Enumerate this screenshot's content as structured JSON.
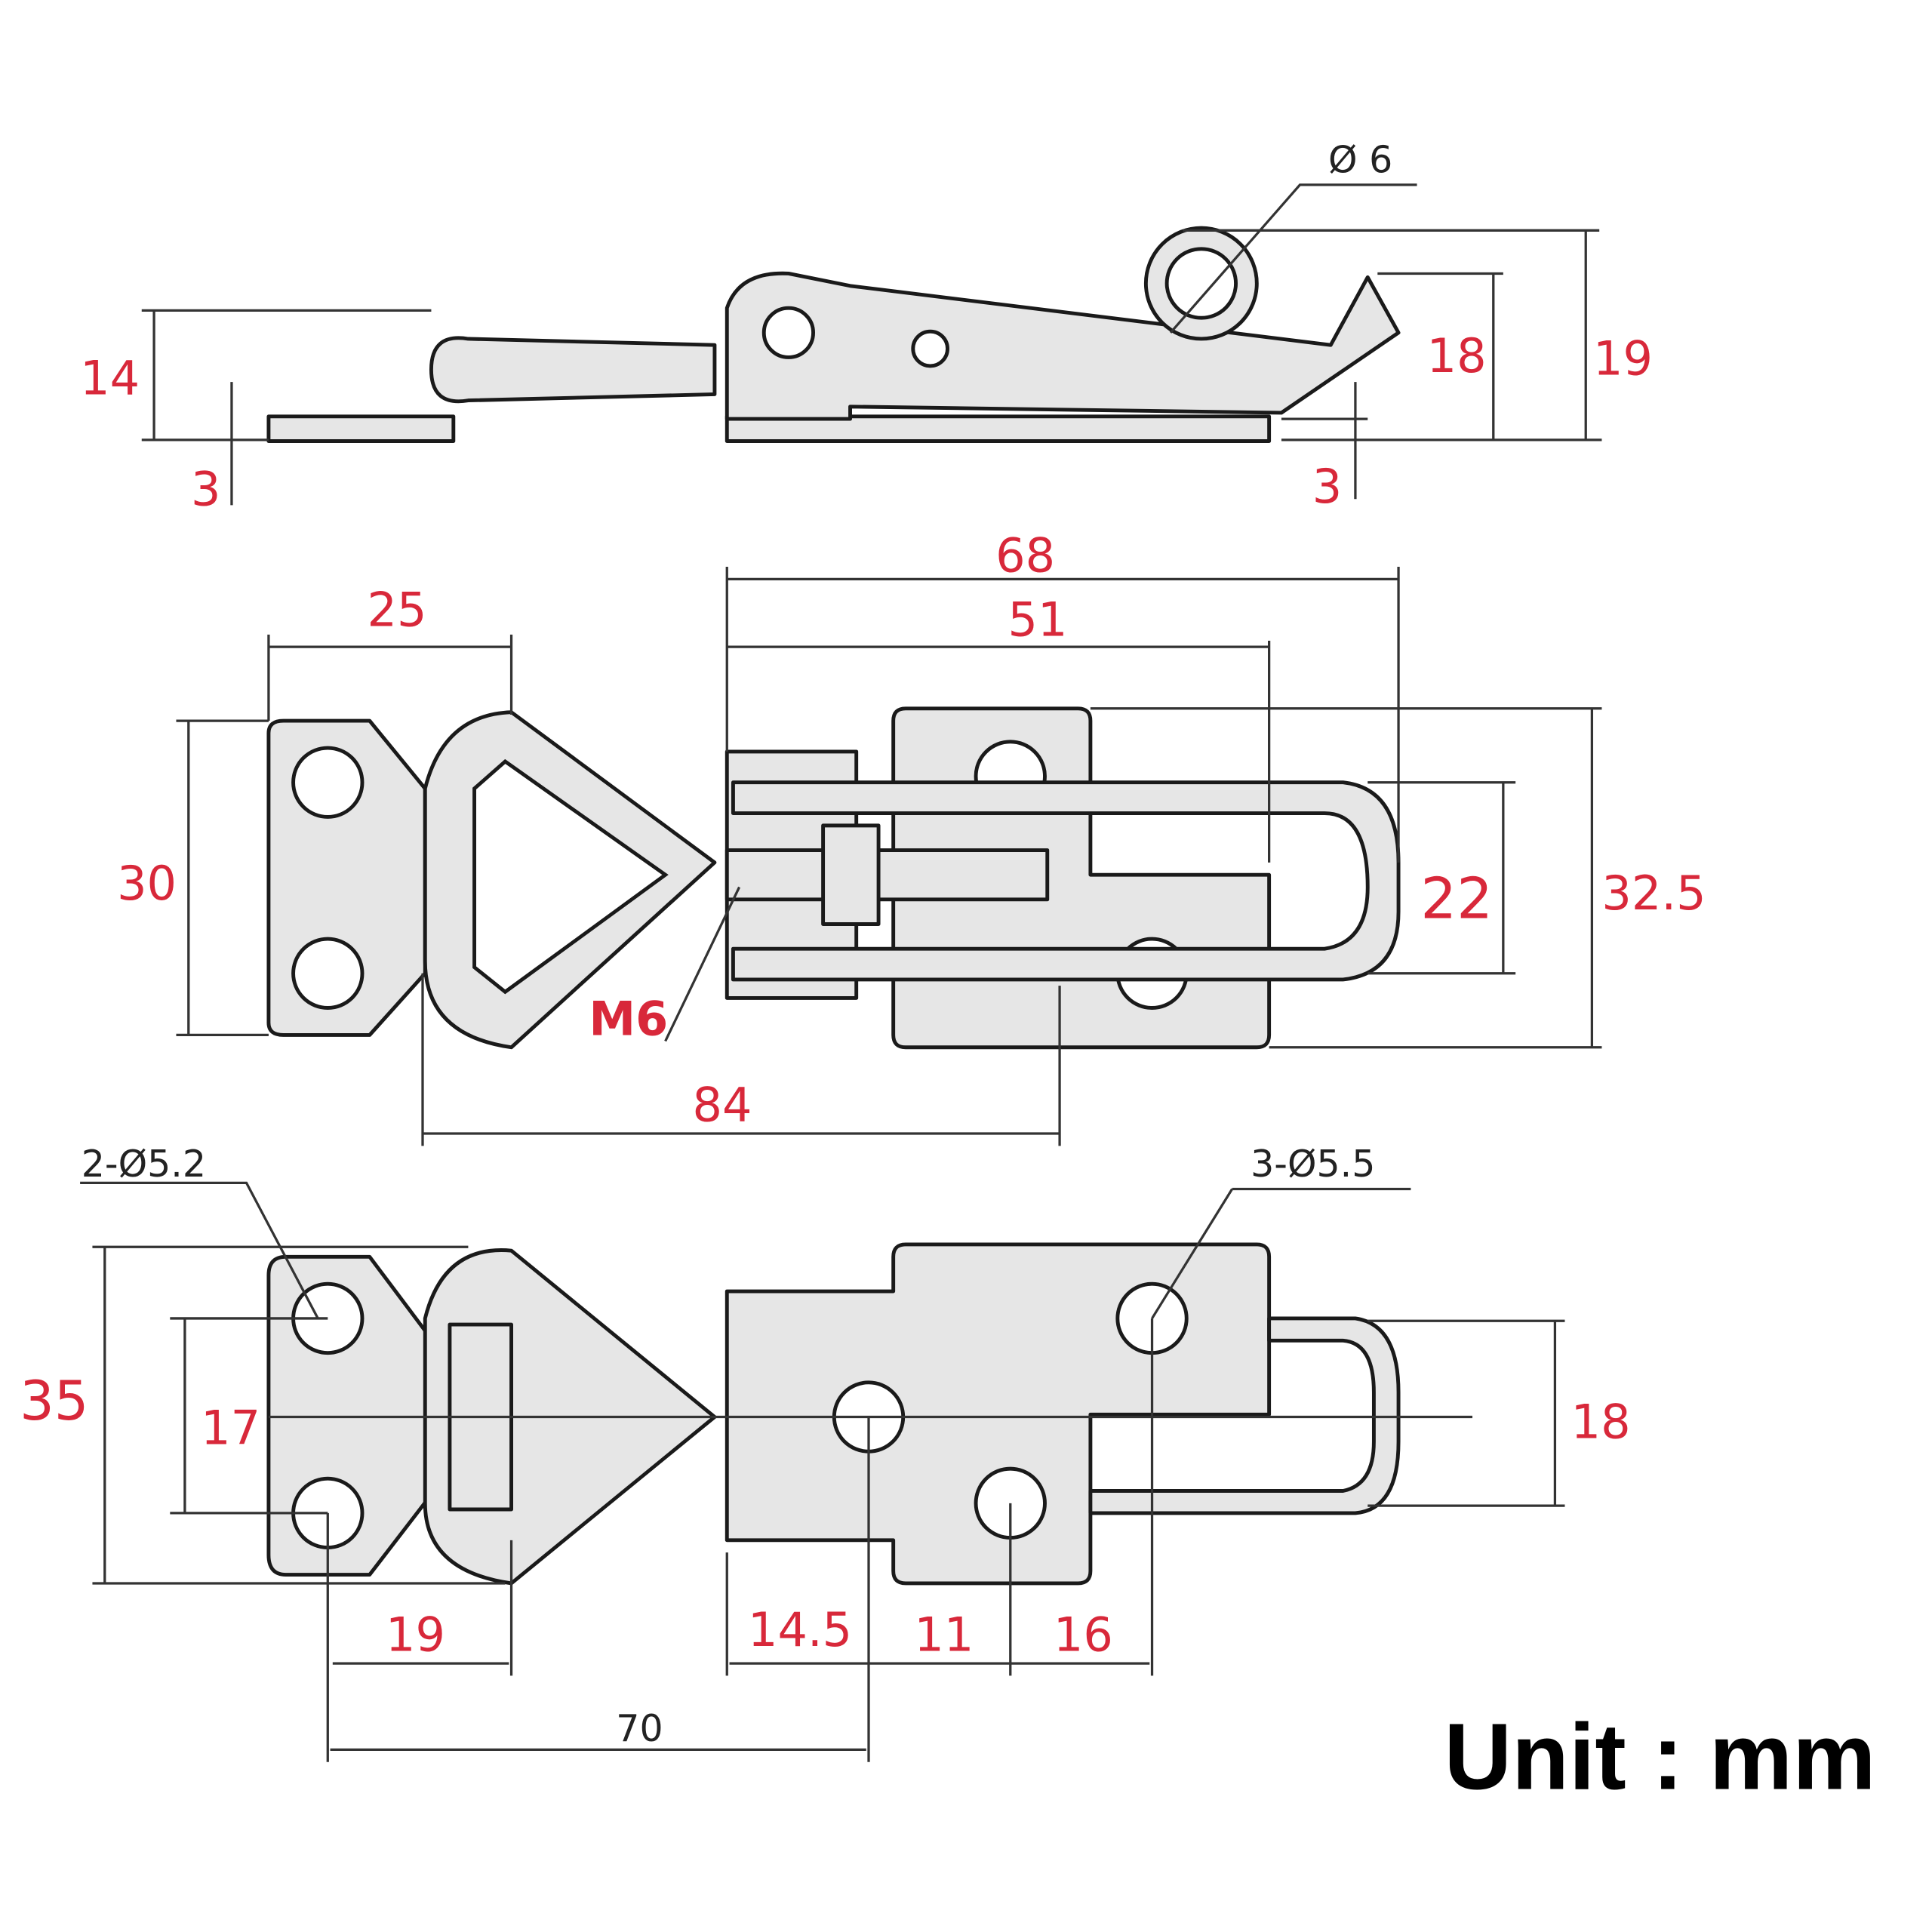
{
  "title": "Toggle latch dimension drawing",
  "colors": {
    "dimension_text": "#d8283a",
    "outline": "#1a1a1a",
    "part_fill": "#e6e6e6"
  },
  "side_view": {
    "hole_dia": "Ø 6",
    "height_left": "14",
    "thickness_left": "3",
    "thickness_right": "3",
    "height_hook": "18",
    "height_total": "19"
  },
  "top_view": {
    "width_68": "68",
    "width_51": "51",
    "width_25": "25",
    "height_30": "30",
    "height_22": "22",
    "height_32_5": "32.5",
    "thread": "M6",
    "length_84": "84"
  },
  "bottom_view": {
    "holes_left": "2-Ø5.2",
    "holes_right": "3-Ø5.5",
    "height_35": "35",
    "spacing_17": "17",
    "spacing_18": "18",
    "offset_19": "19",
    "offset_14_5": "14.5",
    "offset_11": "11",
    "offset_16": "16",
    "length_70": "70"
  },
  "unit_label": "Unit : mm"
}
